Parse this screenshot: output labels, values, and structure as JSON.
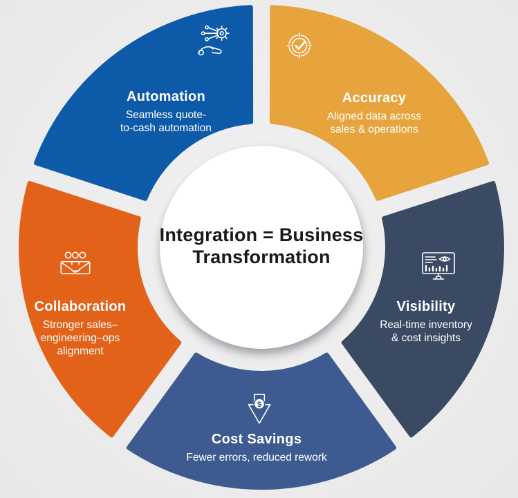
{
  "canvas": {
    "background": "#ECECED"
  },
  "center": {
    "title": "Integration = Business Transformation",
    "title_lines": [
      "Integration = Business",
      "Transformation"
    ],
    "title_color": "#1A1A1A",
    "circle_color": "#FFFFFF"
  },
  "diagram": {
    "type": "donut-infographic",
    "text_color": "#FFFFFF",
    "segments": [
      {
        "id": "automation",
        "label": "Automation",
        "description": "Seamless quote-to-cash automation",
        "lines": [
          "Seamless quote-",
          "to-cash automation"
        ],
        "color": "#0D5BA8",
        "icon": "gear-hand-icon",
        "position": "top-left"
      },
      {
        "id": "accuracy",
        "label": "Accuracy",
        "description": "Aligned data across sales & operations",
        "lines": [
          "Aligned data across",
          "sales & operations"
        ],
        "color": "#E7A33C",
        "icon": "target-check-icon",
        "position": "top-right"
      },
      {
        "id": "visibility",
        "label": "Visibility",
        "description": "Real-time inventory & cost insights",
        "lines": [
          "Real-time inventory",
          "& cost insights"
        ],
        "color": "#3A4A63",
        "icon": "monitor-eye-icon",
        "position": "right"
      },
      {
        "id": "cost_savings",
        "label": "Cost Savings",
        "description": "Fewer errors, reduced rework",
        "lines": [
          "Fewer errors, reduced rework"
        ],
        "color": "#3D5B90",
        "icon": "dollar-down-arrow-icon",
        "position": "bottom"
      },
      {
        "id": "collaboration",
        "label": "Collaboration",
        "description": "Stronger sales–engineering–ops alignment",
        "lines": [
          "Stronger sales–",
          "engineering–ops",
          "alignment"
        ],
        "color": "#E2621A",
        "icon": "handshake-icon",
        "position": "left"
      }
    ]
  }
}
